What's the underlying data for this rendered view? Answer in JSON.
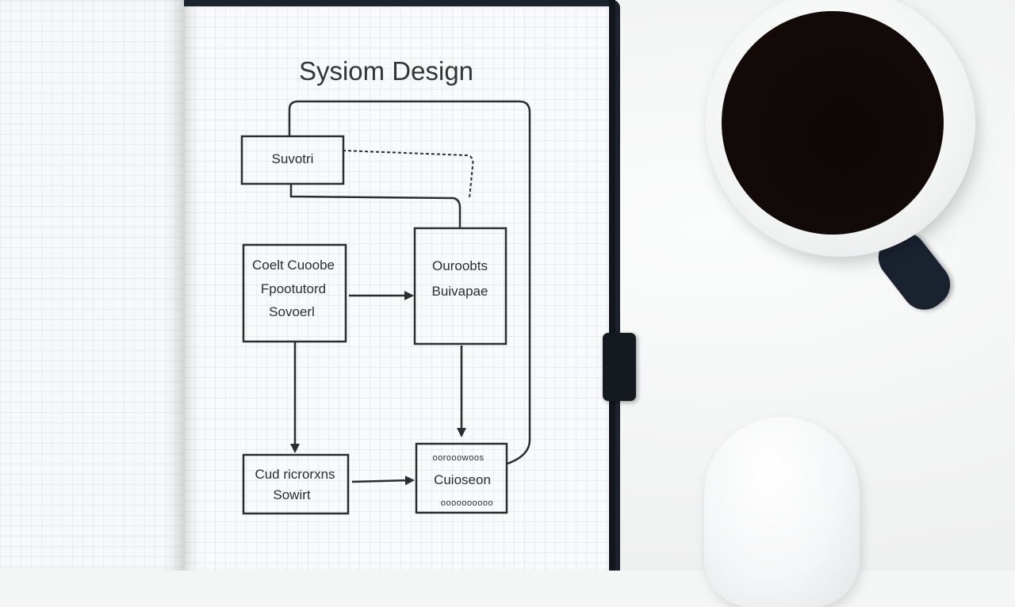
{
  "photo": {
    "notebook_title": "Sysiom Design",
    "diagram": {
      "boxes": [
        {
          "lines": [
            "Suvotri"
          ]
        },
        {
          "lines": [
            "Coelt Cuoobe",
            "Fpootutord",
            "Sovoerl"
          ]
        },
        {
          "lines": [
            "Ouroobts",
            "Buivapae"
          ]
        },
        {
          "lines": [
            "Cud ricrorxns",
            "Sowirt"
          ]
        },
        {
          "lines": [
            "Cuioseon"
          ],
          "scribble_top": "oorooowoos",
          "scribble_bottom": "oooooooooo"
        }
      ]
    },
    "colors": {
      "notebook_cover": "#1d232c",
      "page": "#f9fafb",
      "ink": "#2a2c2f",
      "coffee": "#0e0807",
      "mug_handle": "#1a2230",
      "desk": "#f4f5f5"
    }
  }
}
